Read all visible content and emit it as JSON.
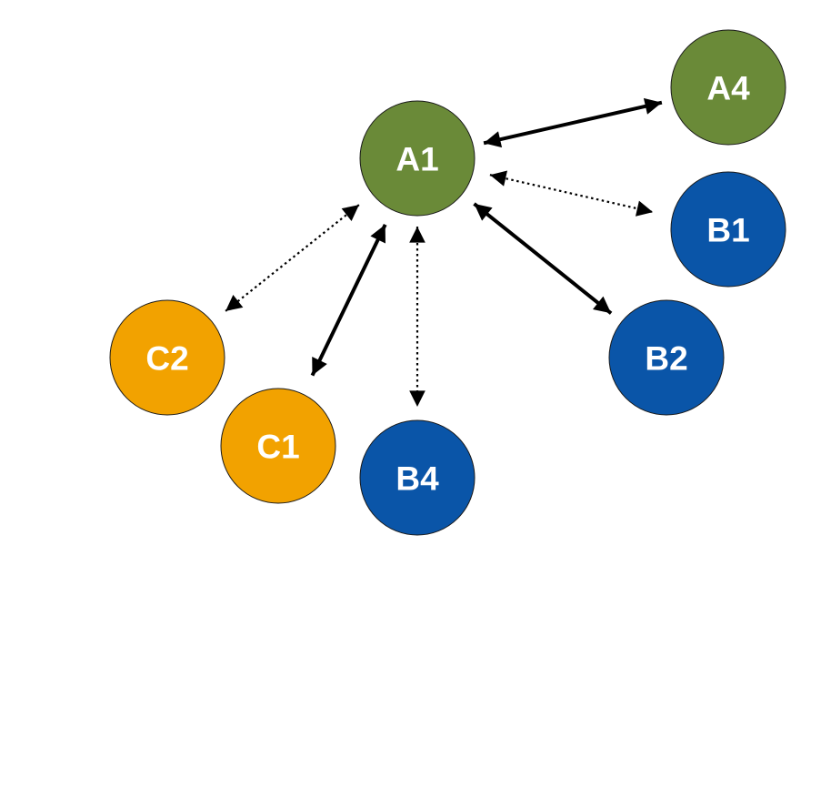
{
  "colors": {
    "green": "#6a8a38",
    "blue": "#0a55a8",
    "orange": "#f2a200",
    "edge": "#000000",
    "node_border": "#1a1a1a"
  },
  "nodes": [
    {
      "id": "A1",
      "label": "A1",
      "color": "green"
    },
    {
      "id": "A4",
      "label": "A4",
      "color": "green"
    },
    {
      "id": "B1",
      "label": "B1",
      "color": "blue"
    },
    {
      "id": "B2",
      "label": "B2",
      "color": "blue"
    },
    {
      "id": "B4",
      "label": "B4",
      "color": "blue"
    },
    {
      "id": "C1",
      "label": "C1",
      "color": "orange"
    },
    {
      "id": "C2",
      "label": "C2",
      "color": "orange"
    }
  ],
  "edges": [
    {
      "from": "A1",
      "to": "A4",
      "style": "solid",
      "direction": "bidirectional"
    },
    {
      "from": "A1",
      "to": "B1",
      "style": "dotted",
      "direction": "bidirectional"
    },
    {
      "from": "A1",
      "to": "B2",
      "style": "solid",
      "direction": "bidirectional"
    },
    {
      "from": "A1",
      "to": "B4",
      "style": "dotted",
      "direction": "bidirectional"
    },
    {
      "from": "A1",
      "to": "C1",
      "style": "solid",
      "direction": "bidirectional"
    },
    {
      "from": "A1",
      "to": "C2",
      "style": "dotted",
      "direction": "bidirectional"
    }
  ]
}
